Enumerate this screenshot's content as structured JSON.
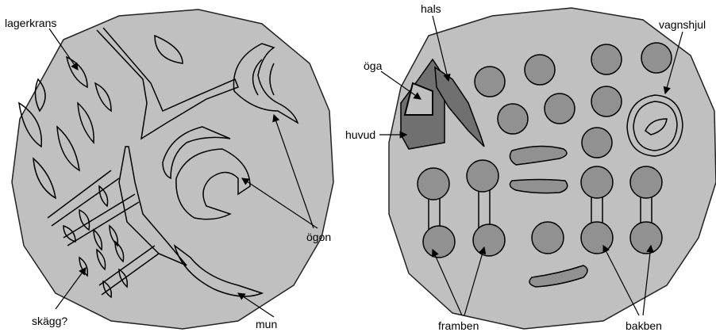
{
  "left_figure": {
    "labels": {
      "lagerkrans": "lagerkrans",
      "skagg": "skägg?",
      "mun": "mun",
      "ogon": "ögon"
    }
  },
  "right_figure": {
    "labels": {
      "hals": "hals",
      "oga": "öga",
      "huvud": "huvud",
      "vagnshjul": "vagnshjul",
      "framben": "framben",
      "bakben": "bakben"
    }
  },
  "colors": {
    "disc": "#c0c0c0",
    "circle": "#919191",
    "head": "#707070"
  }
}
